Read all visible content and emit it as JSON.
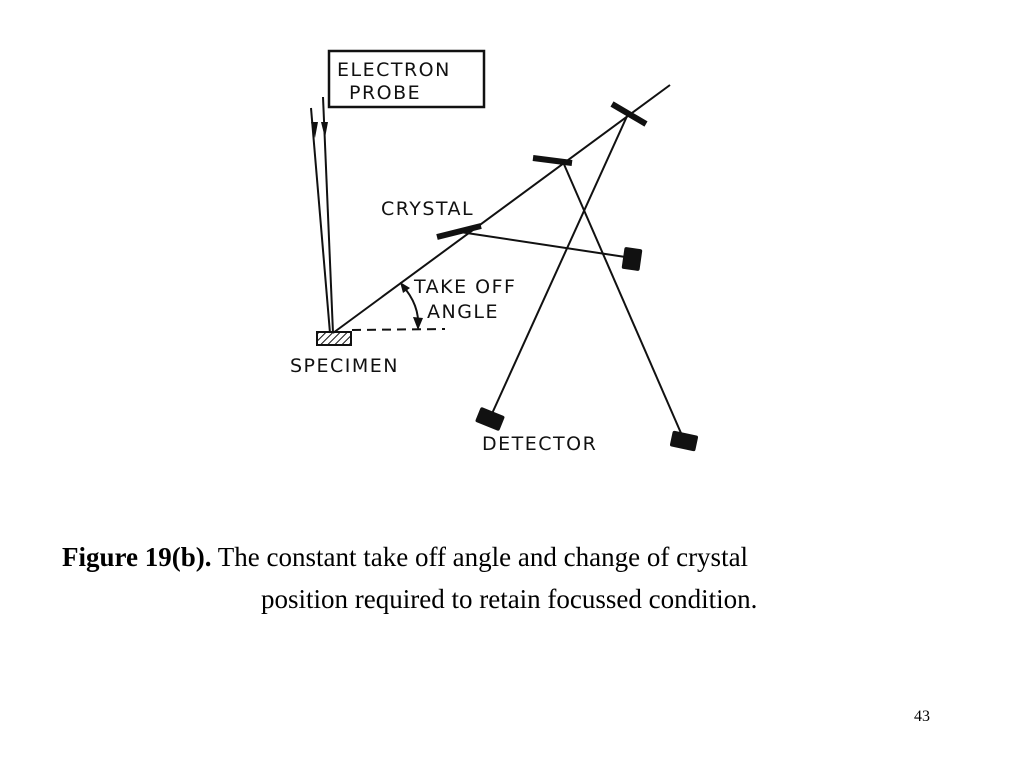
{
  "diagram": {
    "labels": {
      "electron_probe_line1": "ELECTRON",
      "electron_probe_line2": "PROBE",
      "crystal": "CRYSTAL",
      "take_off_line1": "TAKE OFF",
      "take_off_line2": "ANGLE",
      "specimen": "SPECIMEN",
      "detector": "DETECTOR"
    }
  },
  "caption": {
    "figure_label": "Figure 19(b).",
    "text_line1": "The constant take off angle and change of crystal",
    "text_line2": "position required to retain focussed condition."
  },
  "page_number": "43"
}
